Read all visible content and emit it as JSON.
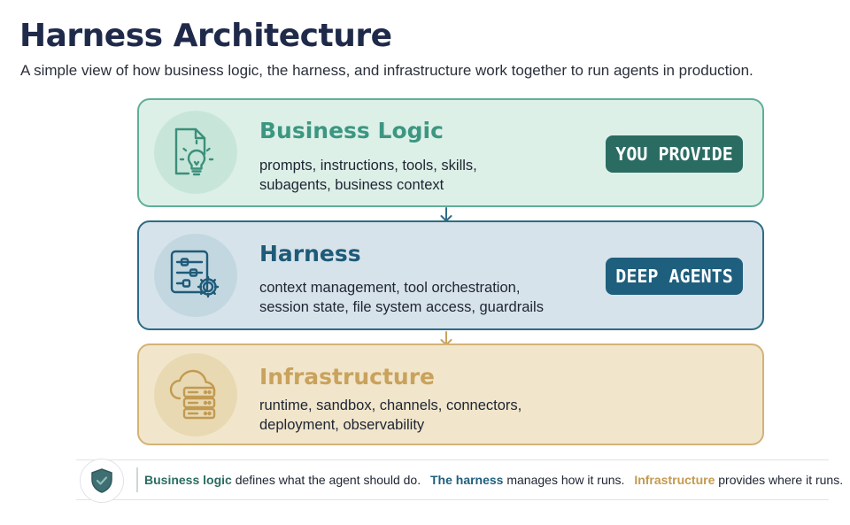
{
  "header": {
    "title": "Harness Architecture",
    "subtitle": "A simple view of how business logic, the harness, and infrastructure work together to run agents in production."
  },
  "layers": {
    "business": {
      "title": "Business Logic",
      "desc_line1": "prompts, instructions, tools, skills,",
      "desc_line2": "subagents, business context",
      "badge": "YOU PROVIDE",
      "icon": "document-lightbulb-icon"
    },
    "harness": {
      "title": "Harness",
      "desc_line1": "context management, tool orchestration,",
      "desc_line2": "session state, file system access, guardrails",
      "badge": "DEEP AGENTS",
      "icon": "sliders-gear-icon"
    },
    "infrastructure": {
      "title": "Infrastructure",
      "desc_line1": "runtime, sandbox, channels, connectors,",
      "desc_line2": "deployment, observability",
      "icon": "cloud-server-icon"
    }
  },
  "footer": {
    "icon": "shield-check-icon",
    "business_label": "Business logic",
    "business_text": "defines what the agent should do.",
    "harness_label": "The harness",
    "harness_text": "manages how it runs.",
    "infra_label": "Infrastructure",
    "infra_text": "provides where it runs."
  },
  "colors": {
    "business_accent": "#3c9682",
    "harness_accent": "#1e5b78",
    "infra_accent": "#c9a25c",
    "title": "#1f2a4a"
  }
}
